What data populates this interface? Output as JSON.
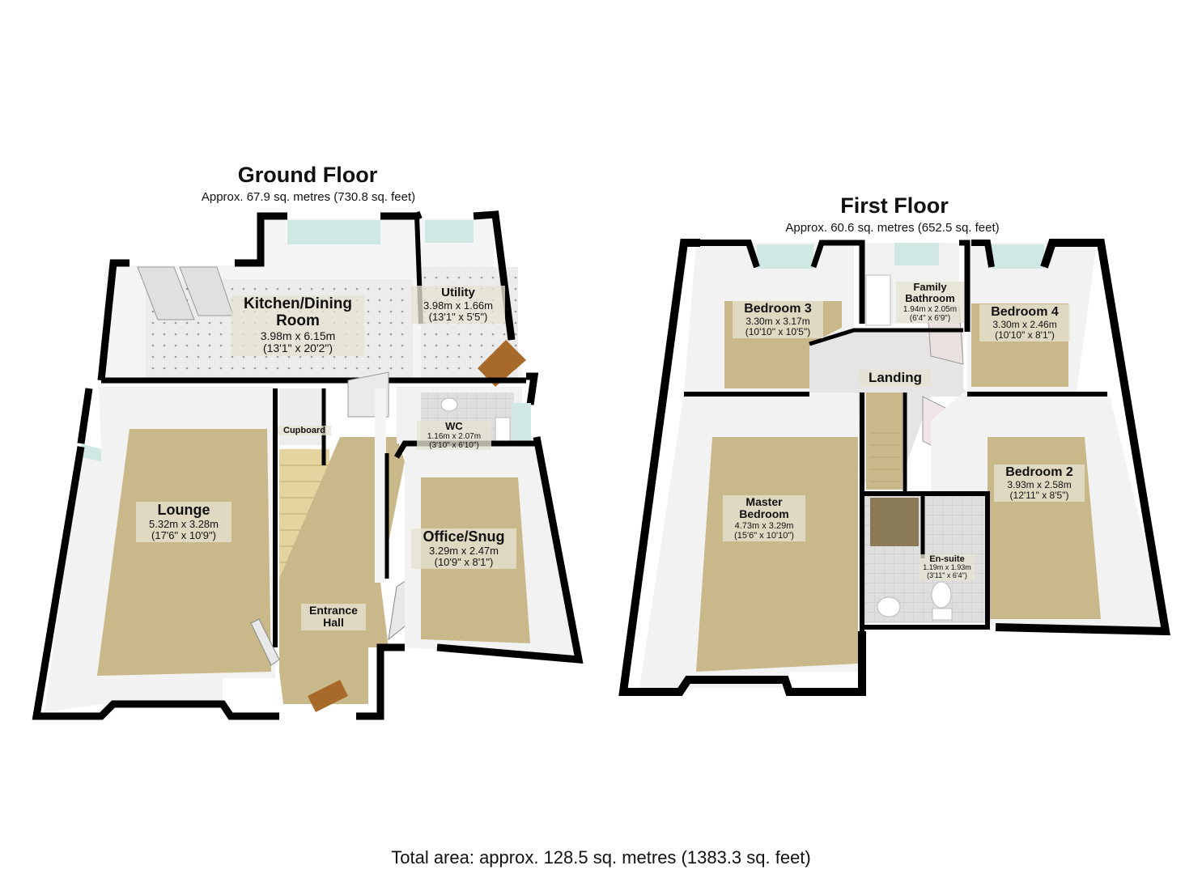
{
  "ground_floor": {
    "title": "Ground Floor",
    "area": "Approx. 67.9 sq. metres (730.8 sq. feet)",
    "rooms": [
      {
        "name": "Kitchen/Dining",
        "name2": "Room",
        "metric": "3.98m x 6.15m",
        "imperial": "(13'1\" x 20'2\")"
      },
      {
        "name": "Utility",
        "metric": "3.98m x 1.66m",
        "imperial": "(13'1\" x 5'5\")"
      },
      {
        "name": "Cupboard"
      },
      {
        "name": "WC",
        "metric": "1.16m x 2.07m",
        "imperial": "(3'10\" x 6'10\")"
      },
      {
        "name": "Lounge",
        "metric": "5.32m x 3.28m",
        "imperial": "(17'6\" x 10'9\")"
      },
      {
        "name": "Office/Snug",
        "metric": "3.29m x 2.47m",
        "imperial": "(10'9\" x 8'1\")"
      },
      {
        "name": "Entrance",
        "name2": "Hall"
      }
    ]
  },
  "first_floor": {
    "title": "First Floor",
    "area": "Approx. 60.6 sq. metres (652.5 sq. feet)",
    "rooms": [
      {
        "name": "Bedroom 3",
        "metric": "3.30m x 3.17m",
        "imperial": "(10'10\" x 10'5\")"
      },
      {
        "name": "Family",
        "name2": "Bathroom",
        "metric": "1.94m x 2.05m",
        "imperial": "(6'4\" x 6'9\")"
      },
      {
        "name": "Bedroom 4",
        "metric": "3.30m x 2.46m",
        "imperial": "(10'10\" x 8'1\")"
      },
      {
        "name": "Landing"
      },
      {
        "name": "Bedroom 2",
        "metric": "3.93m x 2.58m",
        "imperial": "(12'11\" x 8'5\")"
      },
      {
        "name": "Master",
        "name2": "Bedroom",
        "metric": "4.73m x 3.29m",
        "imperial": "(15'6\" x 10'10\")"
      },
      {
        "name": "En-suite",
        "metric": "1.19m x 1.93m",
        "imperial": "(3'11\" x 6'4\")"
      }
    ]
  },
  "total_area": "Total area: approx. 128.5 sq. metres (1383.3 sq. feet)",
  "colors": {
    "wall": "#000000",
    "carpet": "#c9b98a",
    "tile": "#e8e8e8",
    "window": "#cfe8e4",
    "wall_face": "#f4f4f4",
    "door_wood": "#a86a2a"
  }
}
